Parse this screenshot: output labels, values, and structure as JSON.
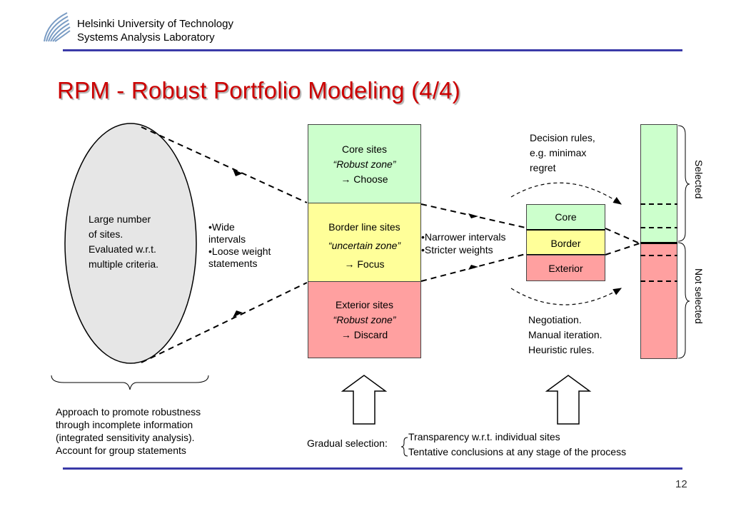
{
  "header": {
    "org_line1": "Helsinki University of Technology",
    "org_line2": "Systems Analysis Laboratory",
    "logo_icon": "hut-logo-icon",
    "accent_color": "#3a3aa8"
  },
  "slide": {
    "title": "RPM - Robust Portfolio Modeling (4/4)",
    "title_color": "#cc0000",
    "page_number": "12"
  },
  "ellipse": {
    "lines": [
      "Large number",
      "of sites.",
      "Evaluated w.r.t.",
      "multiple criteria."
    ]
  },
  "left_notes": [
    "•Wide",
    "intervals",
    "•Loose weight",
    "statements"
  ],
  "approach": [
    "Approach to promote robustness",
    "through incomplete information",
    "(integrated sensitivity analysis).",
    "Account for group statements"
  ],
  "main_boxes": {
    "core": {
      "line1": "Core sites",
      "line2": "“Robust zone”",
      "line3": "→ Choose"
    },
    "border": {
      "line1": "Border line sites",
      "line2": "“uncertain zone”",
      "line3": "→ Focus"
    },
    "exterior": {
      "line1": "Exterior sites",
      "line2": "“Robust zone”",
      "line3": "→ Discard"
    }
  },
  "middle_notes": [
    "•Narrower intervals",
    "•Stricter weights"
  ],
  "small_boxes": {
    "core": "Core",
    "border": "Border",
    "exterior": "Exterior"
  },
  "decision_rules": [
    "Decision rules,",
    "e.g. minimax",
    "regret"
  ],
  "negotiation": [
    "Negotiation.",
    "Manual iteration.",
    "Heuristic rules."
  ],
  "right_labels": {
    "selected": "Selected",
    "not_selected": "Not selected"
  },
  "gradual": {
    "label": "Gradual selection:",
    "line1": "Transparency w.r.t. individual sites",
    "line2": "Tentative conclusions at any stage of the process"
  },
  "colors": {
    "green": "#ccffcc",
    "yellow": "#ffff99",
    "red": "#ffa0a0",
    "ellipse": "#e6e6e6"
  }
}
